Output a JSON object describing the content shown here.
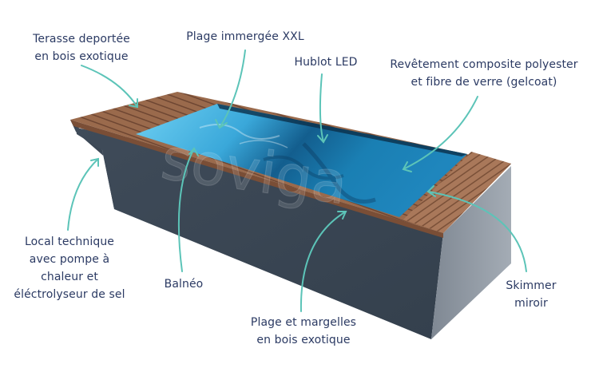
{
  "diagram": {
    "subject": "Piscine hors-sol coque polyester avec terrasse",
    "watermark": "soviga",
    "colors": {
      "label_text": "#2b3a63",
      "arrow": "#5cc4b8",
      "wood": "#9c6b4e",
      "wood_dark": "#6e4632",
      "wall_front": "#3a4654",
      "wall_side": "#8d96a0",
      "water_light": "#5cc6ec",
      "water_dark": "#0f5a86"
    },
    "labels": [
      {
        "id": "terrasse",
        "lines": [
          "Terasse deportée",
          "en bois exotique"
        ]
      },
      {
        "id": "plage-immergee",
        "lines": [
          "Plage immergée XXL"
        ]
      },
      {
        "id": "hublot",
        "lines": [
          "Hublot LED"
        ]
      },
      {
        "id": "revetement",
        "lines": [
          "Revêtement composite polyester",
          "et fibre de verre (gelcoat)"
        ]
      },
      {
        "id": "local-technique",
        "lines": [
          "Local technique",
          "avec pompe à",
          "chaleur et",
          "éléctrolyseur de sel"
        ]
      },
      {
        "id": "balneo",
        "lines": [
          "Balnéo"
        ]
      },
      {
        "id": "plage-margelles",
        "lines": [
          "Plage et margelles",
          "en bois exotique"
        ]
      },
      {
        "id": "skimmer",
        "lines": [
          "Skimmer",
          "miroir"
        ]
      }
    ]
  }
}
